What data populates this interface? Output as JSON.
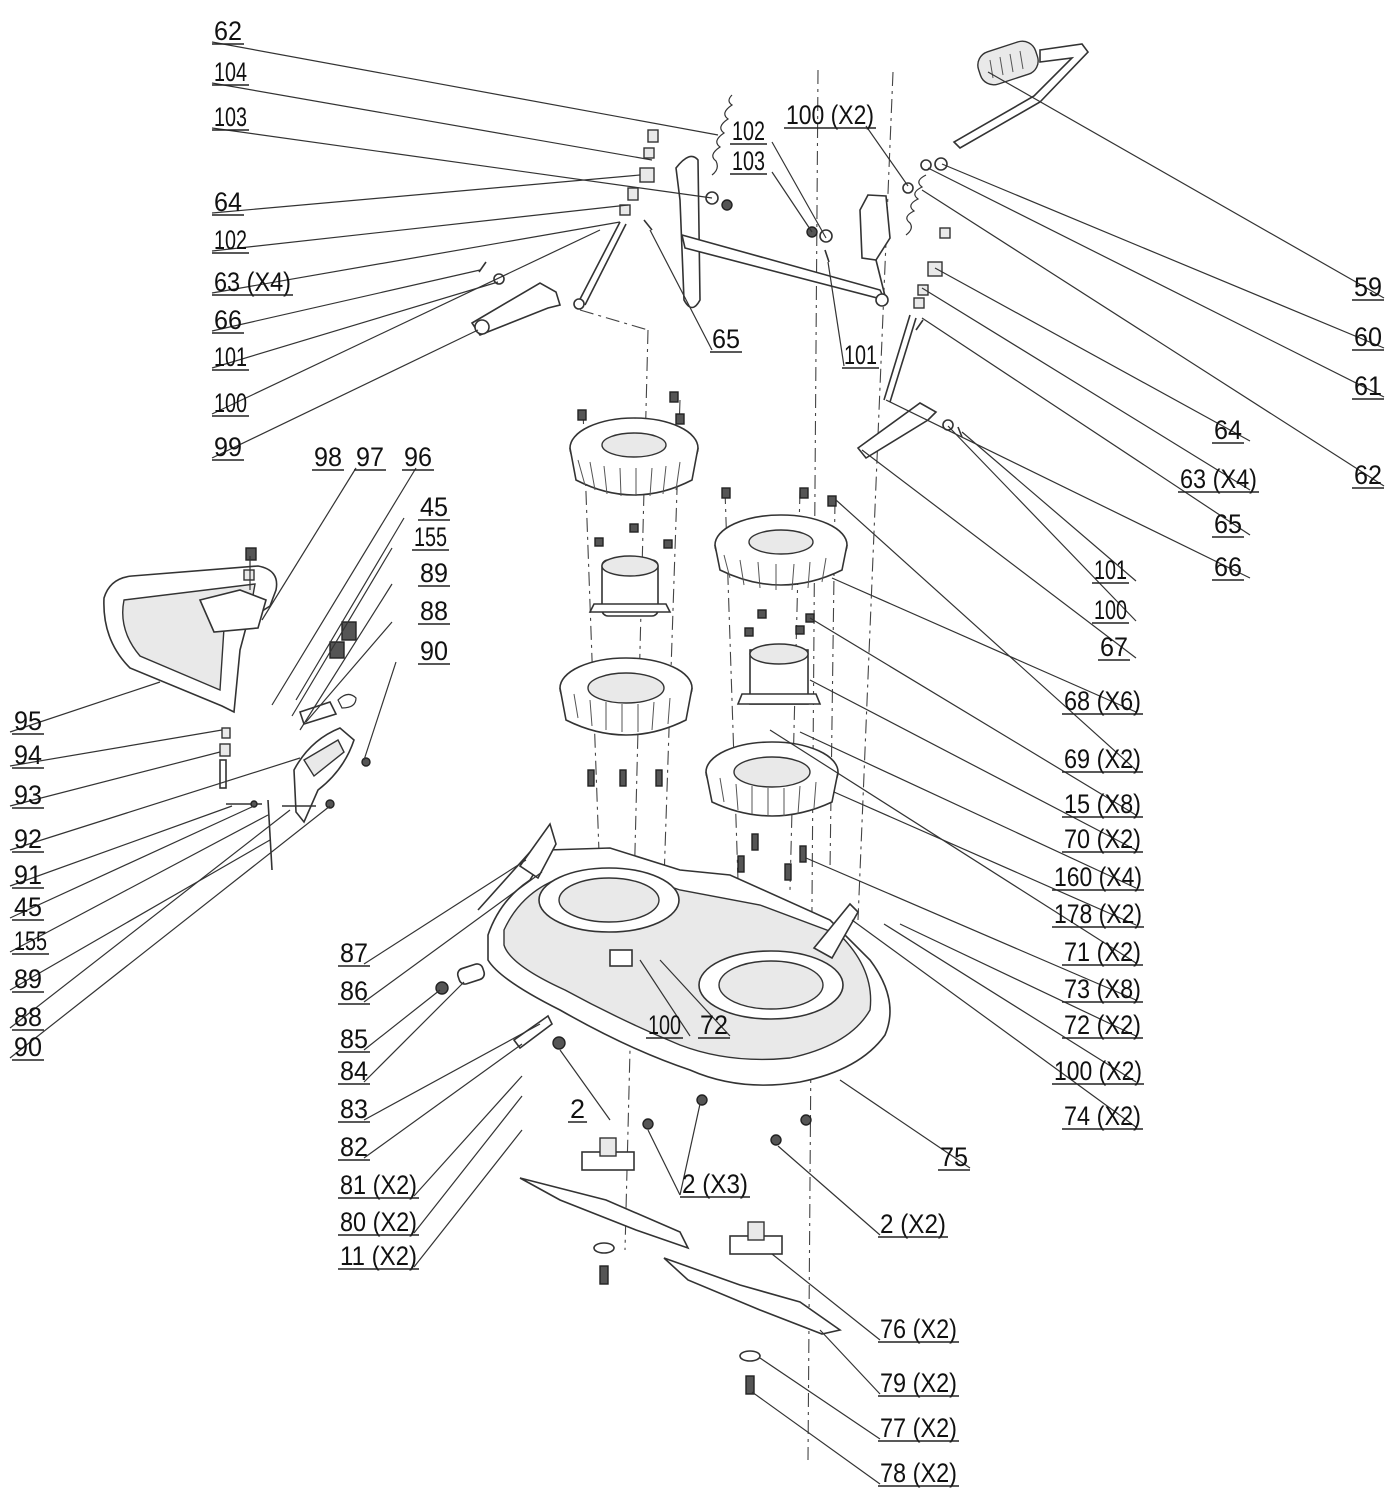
{
  "labels": [
    "62",
    "104",
    "103",
    "64",
    "102",
    "63 (X4)",
    "66",
    "101",
    "100",
    "99",
    "65",
    "102",
    "103",
    "100 (X2)",
    "101",
    "59",
    "60",
    "61",
    "64",
    "62",
    "63 (X4)",
    "65",
    "66",
    "101",
    "100",
    "67",
    "68 (X6)",
    "69 (X2)",
    "15 (X8)",
    "70 (X2)",
    "160 (X4)",
    "178 (X2)",
    "71 (X2)",
    "73 (X8)",
    "72 (X2)",
    "100 (X2)",
    "74 (X2)",
    "98",
    "97",
    "96",
    "45",
    "155",
    "89",
    "88",
    "90",
    "95",
    "94",
    "93",
    "92",
    "91",
    "45",
    "155",
    "89",
    "88",
    "90",
    "87",
    "86",
    "85",
    "84",
    "83",
    "82",
    "81 (X2)",
    "80 (X2)",
    "11 (X2)",
    "100",
    "72",
    "2",
    "2 (X3)",
    "2 (X2)",
    "75",
    "76 (X2)",
    "79 (X2)",
    "77 (X2)",
    "78 (X2)"
  ]
}
